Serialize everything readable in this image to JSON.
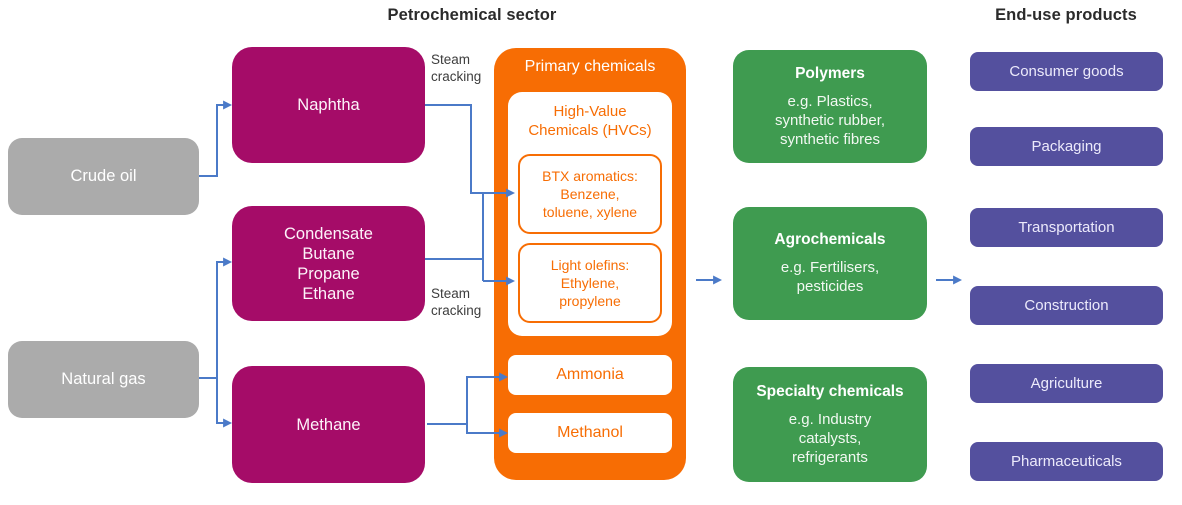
{
  "titles": {
    "petrochemical": "Petrochemical sector",
    "end_use": "End-use products"
  },
  "feedstocks": [
    {
      "label": "Crude oil"
    },
    {
      "label": "Natural gas"
    }
  ],
  "intermediates": [
    {
      "label": "Naphtha"
    },
    {
      "label": "Condensate\nButane\nPropane\nEthane"
    },
    {
      "label": "Methane"
    }
  ],
  "steam_cracking": [
    "Steam\ncracking",
    "Steam\ncracking"
  ],
  "primary": {
    "header": "Primary chemicals",
    "hvc_title": "High-Value\nChemicals (HVCs)",
    "btx": "BTX aromatics:\nBenzene,\ntoluene, xylene",
    "olefins": "Light olefins:\nEthylene,\npropylene",
    "ammonia": "Ammonia",
    "methanol": "Methanol"
  },
  "groups": [
    {
      "title": "Polymers",
      "body": "e.g. Plastics,\nsynthetic rubber,\nsynthetic fibres"
    },
    {
      "title": "Agrochemicals",
      "body": "e.g. Fertilisers,\npesticides"
    },
    {
      "title": "Specialty chemicals",
      "body": "e.g. Industry\ncatalysts,\nrefrigerants"
    }
  ],
  "end_use": [
    {
      "label": "Consumer goods"
    },
    {
      "label": "Packaging"
    },
    {
      "label": "Transportation"
    },
    {
      "label": "Construction"
    },
    {
      "label": "Agriculture"
    },
    {
      "label": "Pharmaceuticals"
    }
  ],
  "colors": {
    "feedstock_gray": "#ababab",
    "intermediate_magenta": "#a50c68",
    "primary_orange": "#f76d04",
    "group_green": "#3f9b50",
    "end_use_purple": "#54509e",
    "arrow_blue": "#4b7ac8"
  }
}
